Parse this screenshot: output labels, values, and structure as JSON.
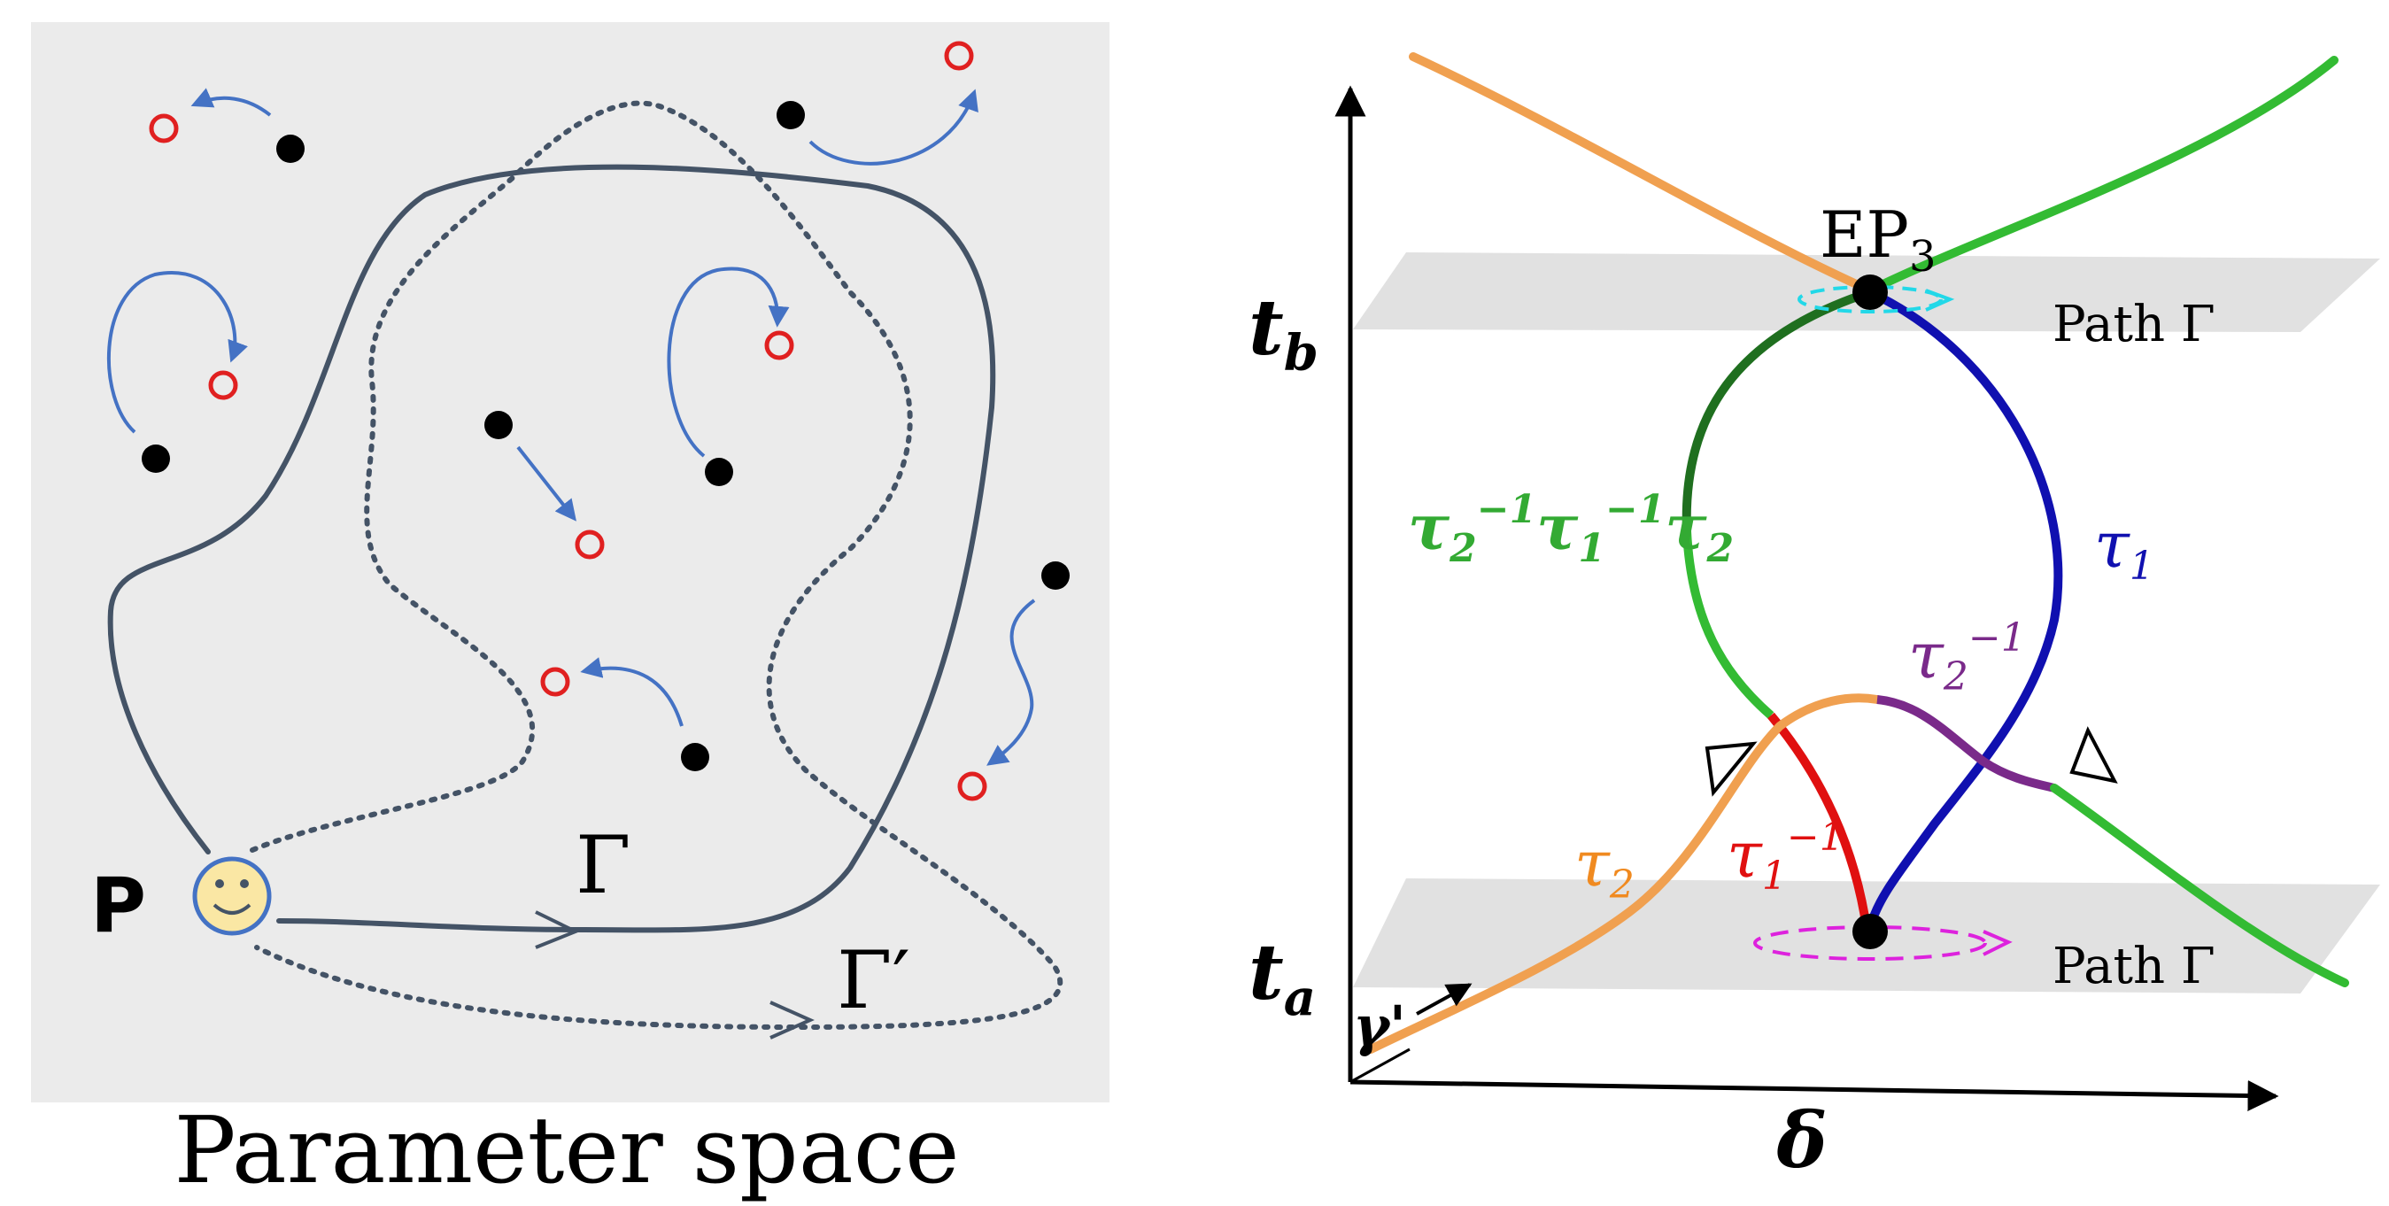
{
  "left_panel": {
    "caption": "Parameter space",
    "point_label": "P",
    "path_label": "Γ",
    "path_prime_label": "Γ′",
    "colors": {
      "background": "#ebebeb",
      "path": "#445366",
      "arrow": "#4472c4",
      "open_marker": "#e02020",
      "filled_marker": "#000000",
      "face": "#fae7a4"
    }
  },
  "right_panel": {
    "y_axis": {
      "tb_letter": "t",
      "tb_sub": "b",
      "ta_letter": "t",
      "ta_sub": "a"
    },
    "x_axis": {
      "label": "δ"
    },
    "ep_label": {
      "main": "EP",
      "sub": "3"
    },
    "plane_top_label": "Path Γ",
    "plane_bottom_label": "Path Γ",
    "gamma_prime_label": "γ'",
    "branch_labels": {
      "green": "τ2−1τ1−1τ2",
      "blue": "τ1",
      "purple": "τ2−1",
      "orange": "τ2",
      "red": "τ1−1"
    },
    "colors": {
      "orange": "#f0a050",
      "green": "#33bb33",
      "dark_green": "#1f6f1f",
      "blue": "#1010b0",
      "red": "#e01010",
      "purple": "#7a2a8a",
      "cyan_loop": "#22d8e8",
      "magenta_loop": "#dd22dd",
      "plane": "#dcdcdc"
    }
  }
}
